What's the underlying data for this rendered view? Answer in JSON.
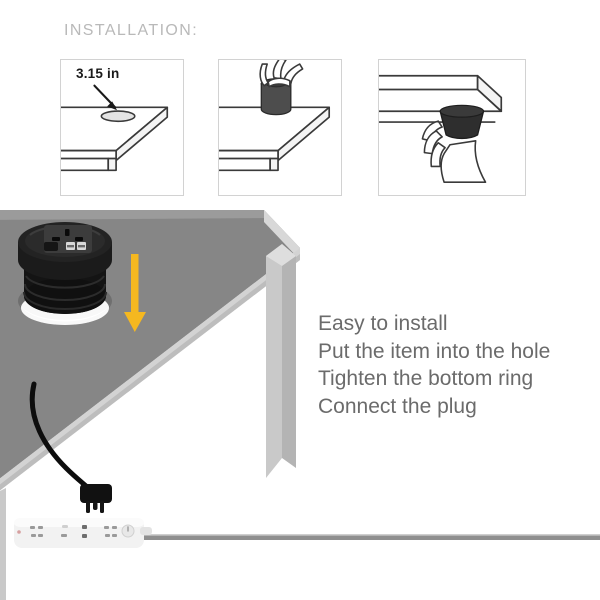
{
  "header": {
    "install_title": "INSTALLATION:"
  },
  "installation": {
    "panels": [
      {
        "name": "cut-hole",
        "dimension_label": "3.15 in",
        "description": "Drill a 3.15 in hole in the desktop"
      },
      {
        "name": "insert-unit",
        "description": "Hand lowering the round outlet unit into the hole"
      },
      {
        "name": "tighten-ring",
        "description": "Hand tightening the bottom ring under the desktop"
      }
    ]
  },
  "instructions": {
    "lines": [
      "Easy to install",
      "Put the item into the hole",
      "Tighten the bottom ring",
      "Connect the plug"
    ]
  },
  "scene": {
    "product_name": "recessed-desktop-power-outlet",
    "arrow_label": "insertion-direction",
    "power_strip_name": "power-strip",
    "plug_name": "ac-power-plug"
  },
  "colors": {
    "background": "#ffffff",
    "table_top": "#868686",
    "table_top_light": "#9a9a9a",
    "table_edge": "#d9d9d9",
    "table_edge_shadow": "#bdbdbd",
    "table_leg": "#c7c7c7",
    "arrow": "#f5b820",
    "arrow_outline": "#e0a310",
    "text_gray": "#6b6b6b",
    "title_gray": "#b9b9b9",
    "panel_border": "#d2d2d2",
    "line_art": "#3a3a3a",
    "product_black": "#111111",
    "cable_black": "#0d0d0d",
    "strip_white": "#f2f2f2"
  }
}
